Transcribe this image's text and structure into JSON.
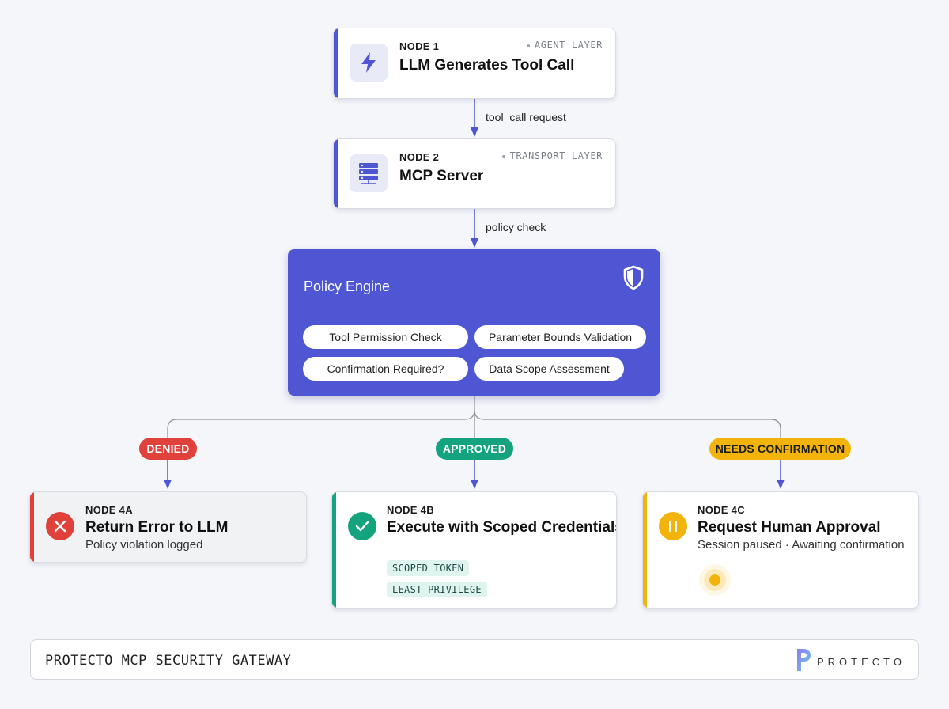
{
  "colors": {
    "primary": "#4f56d3",
    "denied": "#e0413b",
    "approved": "#13a37e",
    "confirmation": "#f2b40b",
    "connector": "#4f56d3"
  },
  "nodes": {
    "node1": {
      "label": "NODE 1",
      "layer": "AGENT LAYER",
      "title": "LLM Generates Tool Call",
      "icon": "lightning-bolt-icon"
    },
    "node2": {
      "label": "NODE 2",
      "layer": "TRANSPORT LAYER",
      "title": "MCP Server",
      "icon": "server-icon"
    },
    "node4a": {
      "label": "NODE 4A",
      "title": "Return Error to LLM",
      "subtitle": "Policy violation logged",
      "icon": "close-circle-icon"
    },
    "node4b": {
      "label": "NODE 4B",
      "title": "Execute with Scoped Credentials",
      "tags": [
        "SCOPED TOKEN",
        "LEAST PRIVILEGE"
      ],
      "icon": "check-circle-icon"
    },
    "node4c": {
      "label": "NODE 4C",
      "title": "Request Human Approval",
      "subtitle": "Session paused · Awaiting confirmation",
      "icon": "pause-circle-icon"
    }
  },
  "edges": {
    "e1": "tool_call request",
    "e2": "policy check"
  },
  "policy_engine": {
    "title": "Policy Engine",
    "icon": "shield-icon",
    "checks": [
      "Tool Permission Check",
      "Parameter Bounds Validation",
      "Confirmation Required?",
      "Data Scope Assessment"
    ]
  },
  "outcomes": {
    "denied": "DENIED",
    "approved": "APPROVED",
    "needs_confirmation": "NEEDS CONFIRMATION"
  },
  "footer": {
    "title": "PROTECTO MCP SECURITY GATEWAY",
    "brand": "PROTECTO"
  }
}
